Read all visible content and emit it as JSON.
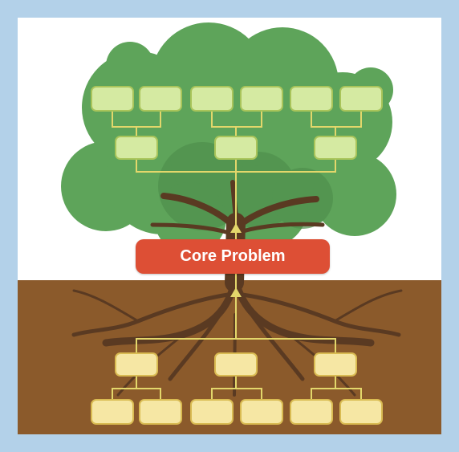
{
  "diagram": {
    "type": "problem-tree",
    "core_problem": "Core Problem",
    "effects": {
      "top_row_boxes": 6,
      "middle_row_boxes": 3
    },
    "causes": {
      "middle_row_boxes": 3,
      "bottom_row_boxes": 6
    },
    "colors": {
      "frame": "#b3d1e9",
      "sky": "#ffffff",
      "soil": "#8b5a2b",
      "foliage": "#5ea45a",
      "foliage_dark": "#4f8f4c",
      "trunk": "#5a3a22",
      "effect_box": "#d5eaa2",
      "effect_border": "#a9c45a",
      "cause_box": "#f6e7a4",
      "cause_border": "#d9bb52",
      "connector": "#e3d76b",
      "core_box": "#dd4f35"
    }
  }
}
